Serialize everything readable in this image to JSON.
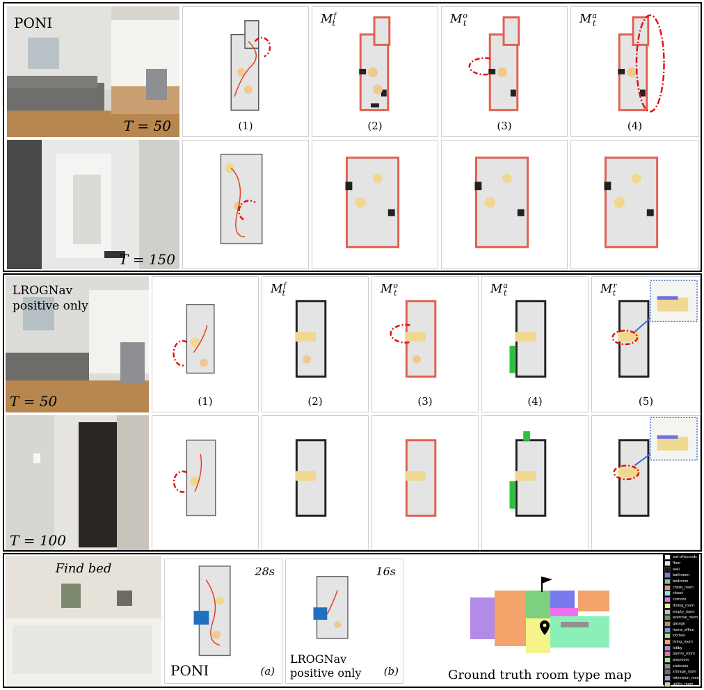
{
  "poni": {
    "method_label": "PONI",
    "row1_time": "T = 50",
    "row2_time": "T = 150",
    "panel_labels": [
      "M",
      "M",
      "M"
    ],
    "panel_sup": [
      "f",
      "o",
      "a"
    ],
    "panel_sub": "t",
    "captions": [
      "(1)",
      "(2)",
      "(3)",
      "(4)"
    ]
  },
  "lrognav": {
    "method_label_line1": "LROGNav",
    "method_label_line2": "positive only",
    "row1_time": "T = 50",
    "row2_time": "T = 100",
    "panel_sup": [
      "f",
      "o",
      "a",
      "r"
    ],
    "panel_sub": "t",
    "captions": [
      "(1)",
      "(2)",
      "(3)",
      "(4)",
      "(5)"
    ]
  },
  "bottom": {
    "goal_label": "Find bed",
    "panel_a_name": "PONI",
    "panel_a_time": "28s",
    "panel_a_tag": "(a)",
    "panel_b_name_line1": "LROGNav",
    "panel_b_name_line2": "positive only",
    "panel_b_time": "16s",
    "panel_b_tag": "(b)",
    "gt_caption": "Ground truth room type map"
  },
  "legend": [
    {
      "label": "out-of-bounds",
      "color": "#ffffff"
    },
    {
      "label": "floor",
      "color": "#e6e6e6"
    },
    {
      "label": "wall",
      "color": "#1a1a1a"
    },
    {
      "label": "bathroom",
      "color": "#7a7af0"
    },
    {
      "label": "bedroom",
      "color": "#7dd07d"
    },
    {
      "label": "childs_room",
      "color": "#f09090"
    },
    {
      "label": "closet",
      "color": "#8fe8e8"
    },
    {
      "label": "corridor",
      "color": "#f070f0"
    },
    {
      "label": "dining_room",
      "color": "#f4f48a"
    },
    {
      "label": "empty_room",
      "color": "#c0c0c0"
    },
    {
      "label": "exercise_room",
      "color": "#60a060"
    },
    {
      "label": "garage",
      "color": "#b09070"
    },
    {
      "label": "home_office",
      "color": "#6fa0e8"
    },
    {
      "label": "kitchen",
      "color": "#a0e0a0"
    },
    {
      "label": "living_room",
      "color": "#f4a46a"
    },
    {
      "label": "lobby",
      "color": "#b48ae8"
    },
    {
      "label": "pantry_room",
      "color": "#f070b0"
    },
    {
      "label": "playroom",
      "color": "#90f090"
    },
    {
      "label": "staircase",
      "color": "#909090"
    },
    {
      "label": "storage_room",
      "color": "#707070"
    },
    {
      "label": "television_room",
      "color": "#8ab0d0"
    },
    {
      "label": "utility_room",
      "color": "#d0d0a0"
    }
  ]
}
